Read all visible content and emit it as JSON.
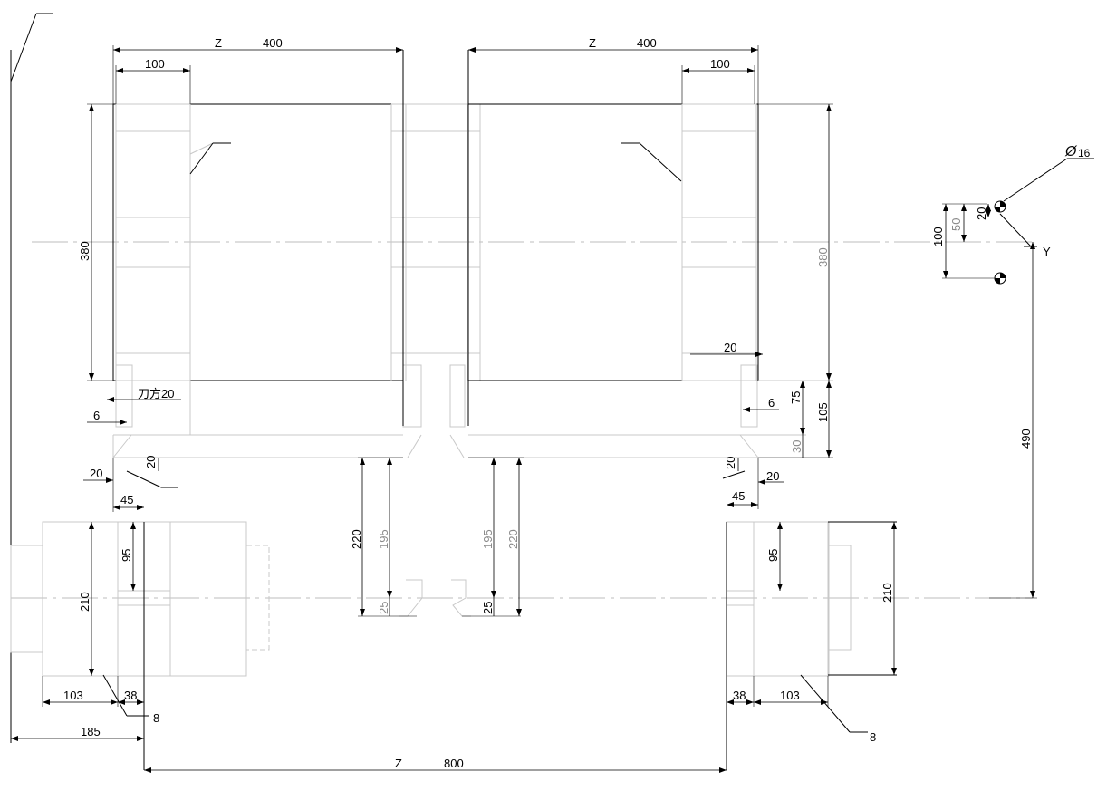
{
  "dims": {
    "top_left_axis": "Z",
    "top_left_len": "400",
    "top_right_axis": "Z",
    "top_right_len": "400",
    "tl_100": "100",
    "tr_100": "100",
    "left_380": "380",
    "right_380": "380",
    "dia_symbol": "Ø",
    "dia_val": "16",
    "d100": "100",
    "d50": "50",
    "d20_y": "20",
    "y_label": "Y",
    "d490": "490",
    "d20_right_top": "20",
    "knife_label": "刀方20",
    "d6_left": "6",
    "d6_right": "6",
    "d75": "75",
    "d105": "105",
    "d30": "30",
    "d20_l_vert": "20",
    "d20_l_horz": "20",
    "d20_r_vert": "20",
    "d20_r_horz": "20",
    "d45_left": "45",
    "d45_right": "45",
    "d220_left": "220",
    "d195_left": "195",
    "d25_left": "25",
    "d195_right": "195",
    "d220_right": "220",
    "d25_right": "25",
    "d95_left": "95",
    "d210_left": "210",
    "d95_right": "95",
    "d210_right": "210",
    "d103_left": "103",
    "d38_left": "38",
    "d8_left": "8",
    "d185": "185",
    "d38_right": "38",
    "d103_right": "103",
    "d8_right": "8",
    "bottom_axis": "Z",
    "bottom_len": "800"
  }
}
